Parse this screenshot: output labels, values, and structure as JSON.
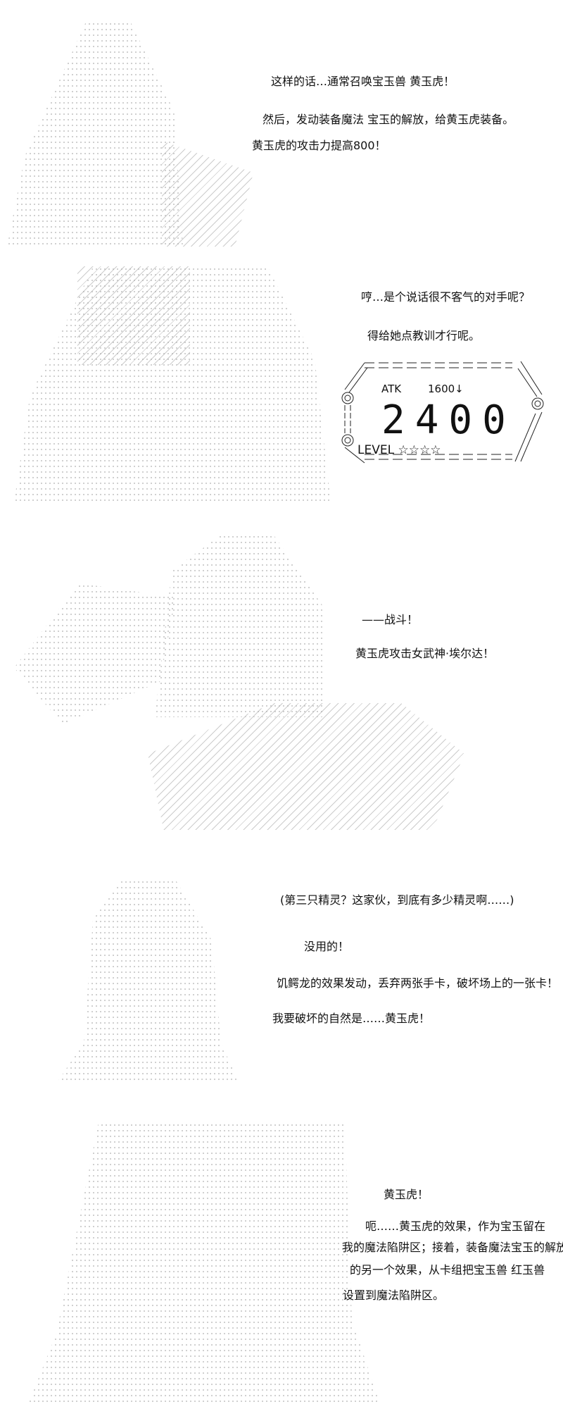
{
  "panels": [
    {
      "lines": [
        "这样的话…通常召唤宝玉兽 黄玉虎！",
        "然后，发动装备魔法 宝玉的解放，给黄玉虎装备。",
        "黄玉虎的攻击力提高800！"
      ]
    },
    {
      "lines": [
        "哼…是个说话很不客气的对手呢？",
        "得给她点教训才行呢。"
      ],
      "card": {
        "atk_label": "ATK",
        "atk_original": "1600↓",
        "atk_value": "2400",
        "level_label": "LEVEL",
        "level_stars": "☆☆☆☆",
        "level": 4
      }
    },
    {
      "lines": [
        "——战斗！",
        "黄玉虎攻击女武神·埃尔达！"
      ]
    },
    {
      "lines": [
        "(第三只精灵？这家伙，到底有多少精灵啊……)",
        "没用的！",
        "饥鳄龙的效果发动，丢弃两张手卡，破坏场上的一张卡！",
        "我要破坏的自然是……黄玉虎！"
      ]
    },
    {
      "lines": [
        "黄玉虎！",
        "呃……黄玉虎的效果，作为宝玉留在",
        "我的魔法陷阱区；接着，装备魔法宝玉的解放",
        "的另一个效果，从卡组把宝玉兽 红玉兽",
        "设置到魔法陷阱区。"
      ]
    }
  ]
}
